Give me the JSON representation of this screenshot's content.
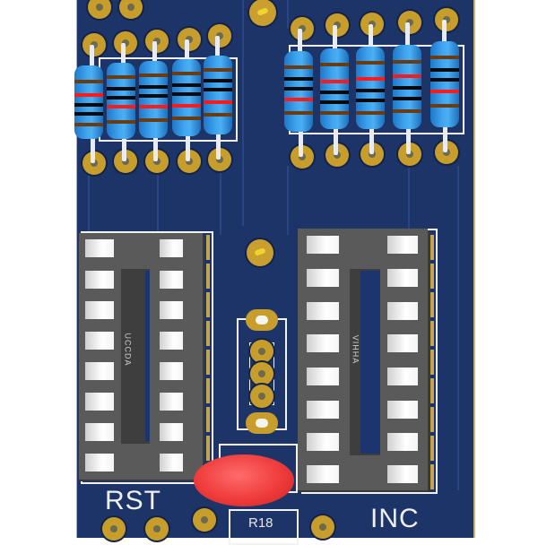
{
  "scene": {
    "description": "3D render of a printed circuit board section",
    "board_color": "#1d3468",
    "pad_color": "#c79e2c",
    "silkscreen_color": "#f2f2f2",
    "socket_color": "#5a5a5a",
    "led_color": "#ef3b3b",
    "resistor_body_color": "#3ea2ee"
  },
  "resistor_groups": {
    "left": {
      "count": 5,
      "bands": [
        [
          "brown",
          "red",
          "black",
          "black",
          "brown"
        ],
        [
          "brown",
          "black",
          "black",
          "red",
          "brown"
        ],
        [
          "brown",
          "black",
          "black",
          "red",
          "brown"
        ],
        [
          "brown",
          "black",
          "black",
          "red",
          "brown"
        ],
        [
          "brown",
          "black",
          "black",
          "red",
          "brown"
        ]
      ]
    },
    "right": {
      "count": 5,
      "bands": [
        [
          "brown",
          "black",
          "black",
          "red",
          "brown"
        ],
        [
          "brown",
          "red",
          "black",
          "black",
          "brown"
        ],
        [
          "brown",
          "red",
          "black",
          "black",
          "brown"
        ],
        [
          "brown",
          "red",
          "black",
          "black",
          "brown"
        ],
        [
          "brown",
          "black",
          "black",
          "red",
          "brown"
        ]
      ]
    }
  },
  "ic_sockets": {
    "left": {
      "pins": 16,
      "label": "UCCDA"
    },
    "right": {
      "pins": 16,
      "label": "VIHHA"
    }
  },
  "components": {
    "led": {
      "color": "red"
    },
    "trimmer": {
      "pads": 5
    },
    "resistor_ref": "R18"
  },
  "silkscreen_labels": {
    "rst": "RST",
    "inc": "INC",
    "r18": "R18"
  }
}
